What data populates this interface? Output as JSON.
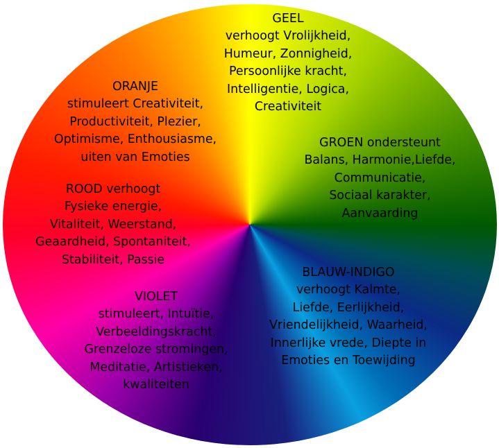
{
  "segments": {
    "geel": {
      "title": "GEEL",
      "lines": [
        "verhoogt Vrolijkheid,",
        "Humeur, Zonnigheid,",
        "Persoonlijke kracht,",
        "Intelligentie, Logica,",
        "Creativiteit"
      ]
    },
    "oranje": {
      "title": "ORANJE",
      "lines": [
        "stimuleert Creativiteit,",
        "Productiviteit, Plezier,",
        "Optimisme, Enthousiasme,",
        "uiten van Emoties"
      ]
    },
    "groen": {
      "title": "GROEN ondersteunt",
      "lines": [
        "Balans, Harmonie,Liefde,",
        "Communicatie,",
        "Sociaal karakter,",
        "Aanvaarding"
      ]
    },
    "rood": {
      "title": "ROOD verhoogt",
      "lines": [
        "Fysieke energie,",
        "Vitaliteit, Weerstand,",
        "Geaardheid, Spontaniteit,",
        "Stabiliteit, Passie"
      ]
    },
    "blauw": {
      "title": "BLAUW-INDIGO",
      "lines": [
        "verhoogt Kalmte,",
        "Liefde, Eerlijkheid,",
        "Vriendelijkheid, Waarheid,",
        "Innerlijke vrede, Diepte in",
        "Emoties en Toewijding"
      ]
    },
    "violet": {
      "title": "VIOLET",
      "lines": [
        "stimuleert, Intuïtie,",
        "Verbeeldingskracht,",
        "Grenzeloze stromingen,",
        "Meditatie, Artistieken,",
        "kwaliteiten"
      ]
    }
  }
}
